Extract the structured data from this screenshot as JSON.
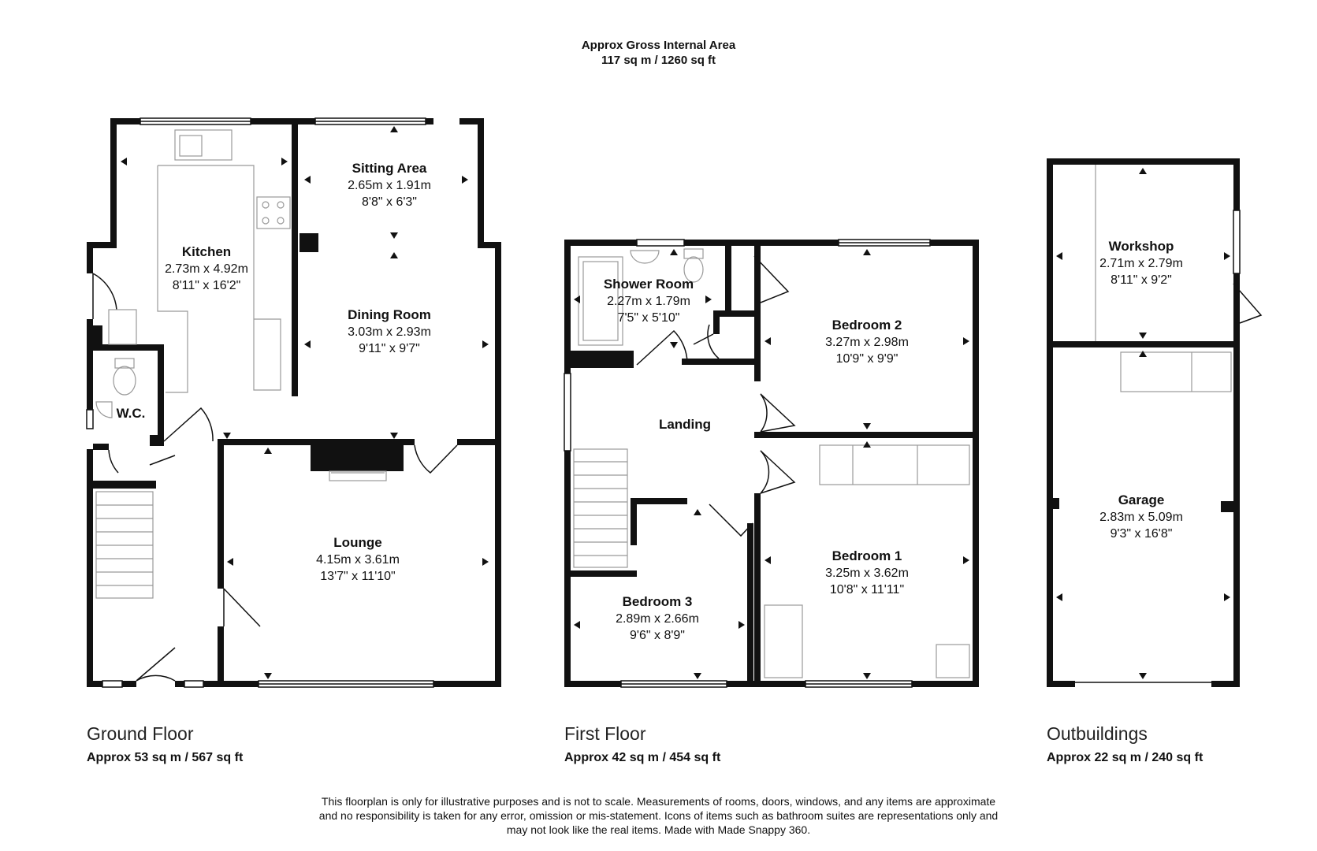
{
  "header": {
    "line1": "Approx Gross Internal Area",
    "line2": "117 sq m / 1260 sq ft"
  },
  "floors": [
    {
      "name": "Ground Floor",
      "area": "Approx 53 sq m / 567 sq ft"
    },
    {
      "name": "First Floor",
      "area": "Approx 42 sq m / 454 sq ft"
    },
    {
      "name": "Outbuildings",
      "area": "Approx 22 sq m / 240 sq ft"
    }
  ],
  "rooms": {
    "kitchen": {
      "name": "Kitchen",
      "metric": "2.73m x 4.92m",
      "imperial": "8'11\" x 16'2\""
    },
    "sitting_area": {
      "name": "Sitting Area",
      "metric": "2.65m x 1.91m",
      "imperial": "8'8\" x 6'3\""
    },
    "dining_room": {
      "name": "Dining Room",
      "metric": "3.03m x 2.93m",
      "imperial": "9'11\" x 9'7\""
    },
    "wc": {
      "name": "W.C."
    },
    "lounge": {
      "name": "Lounge",
      "metric": "4.15m x 3.61m",
      "imperial": "13'7\" x 11'10\""
    },
    "shower_room": {
      "name": "Shower Room",
      "metric": "2.27m x 1.79m",
      "imperial": "7'5\" x 5'10\""
    },
    "bedroom2": {
      "name": "Bedroom 2",
      "metric": "3.27m x 2.98m",
      "imperial": "10'9\" x 9'9\""
    },
    "landing": {
      "name": "Landing"
    },
    "bedroom1": {
      "name": "Bedroom 1",
      "metric": "3.25m x 3.62m",
      "imperial": "10'8\" x 11'11\""
    },
    "bedroom3": {
      "name": "Bedroom 3",
      "metric": "2.89m x 2.66m",
      "imperial": "9'6\" x 8'9\""
    },
    "workshop": {
      "name": "Workshop",
      "metric": "2.71m x 2.79m",
      "imperial": "8'11\" x 9'2\""
    },
    "garage": {
      "name": "Garage",
      "metric": "2.83m x 5.09m",
      "imperial": "9'3\" x 16'8\""
    }
  },
  "disclaimer": {
    "line1": "This floorplan is only for illustrative purposes and is not to scale. Measurements of rooms, doors, windows, and any items are approximate",
    "line2": "and no responsibility is taken for any error, omission or mis-statement. Icons of items such as bathroom suites are representations only and",
    "line3": "may not look like the real items. Made with Made Snappy 360."
  },
  "colors": {
    "wall": "#111111",
    "fixture": "#999999",
    "text": "#111111"
  }
}
